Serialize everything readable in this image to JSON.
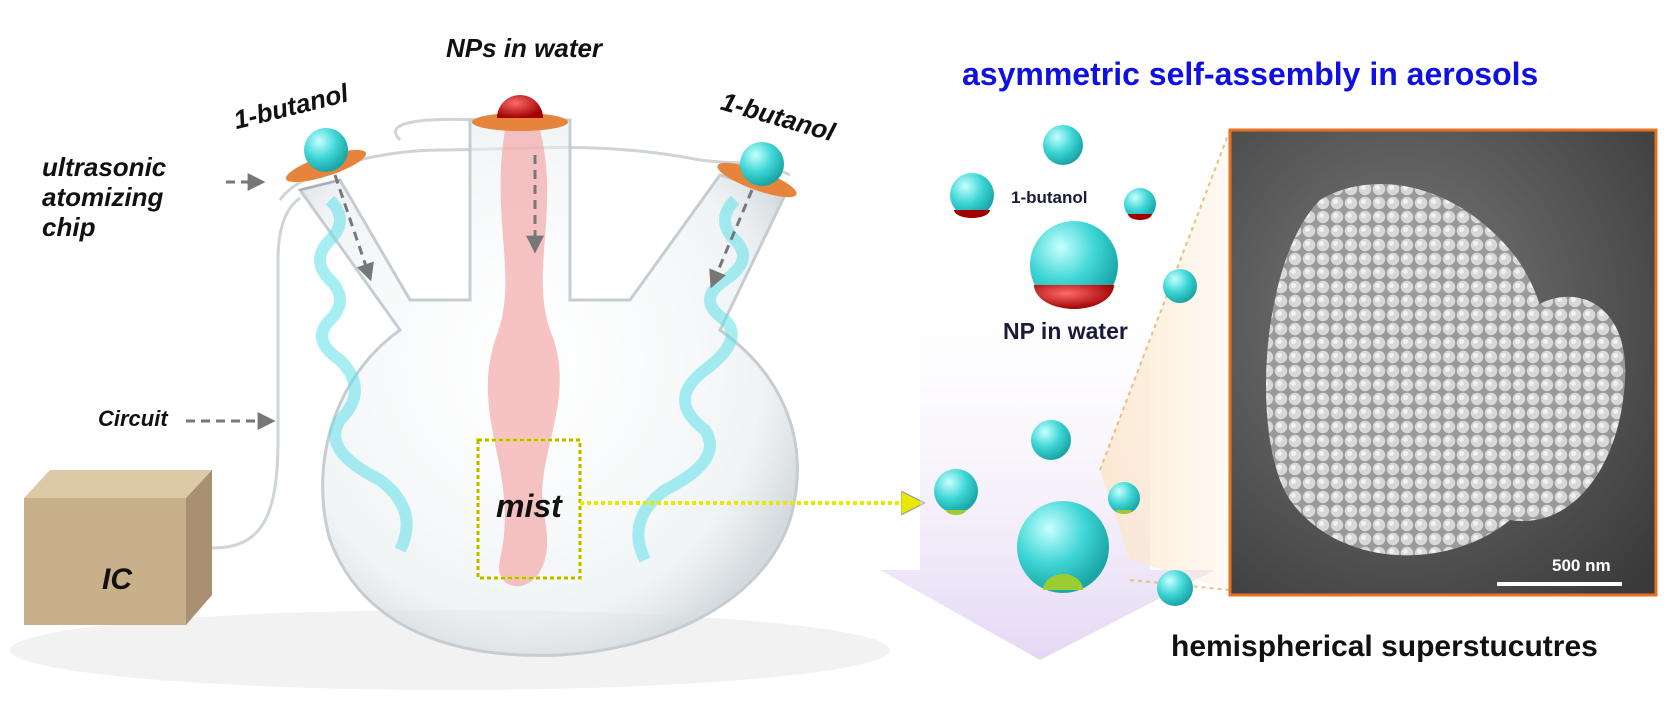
{
  "labels": {
    "nps_in_water": "NPs in water",
    "butanol_left": "1-butanol",
    "butanol_right": "1-butanol",
    "ultrasonic_chip": "ultrasonic atomizing chip",
    "circuit": "Circuit",
    "ic": "IC",
    "mist": "mist",
    "title": "asymmetric self-assembly in aerosols",
    "butanol_droplet": "1-butanol",
    "np_in_water": "NP in water",
    "scale_bar": "500 nm",
    "hemispherical": "hemispherical superstucutres"
  },
  "colors": {
    "title_blue": "#1010e0",
    "droplet_cyan": "#3fd6d6",
    "nanoparticle_red": "#b01010",
    "nanoparticle_green": "#9acd32",
    "mist_box_yellow": "#e8e800",
    "sem_border_orange": "#e87020",
    "ic_box_tan": "#c8b08a"
  }
}
